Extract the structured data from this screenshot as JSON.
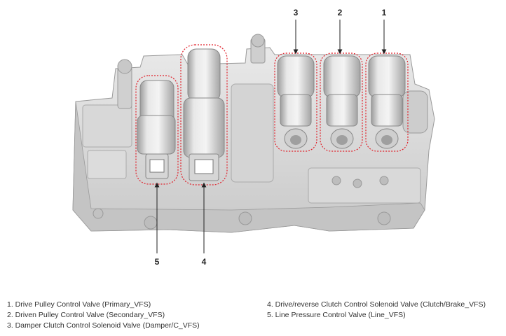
{
  "callouts": [
    {
      "number": "1"
    },
    {
      "number": "2"
    },
    {
      "number": "3"
    },
    {
      "number": "4"
    },
    {
      "number": "5"
    }
  ],
  "legend": [
    "1. Drive Pulley Control Valve (Primary_VFS)",
    "2. Driven Pulley Control Valve (Secondary_VFS)",
    "3. Damper Clutch Control Solenoid Valve (Damper/C_VFS)",
    "4. Drive/reverse Clutch Control Solenoid Valve (Clutch/Brake_VFS)",
    "5. Line Pressure Control Valve (Line_VFS)"
  ],
  "colors": {
    "highlight": "#e0202a",
    "body_light": "#e6e6e6",
    "body_mid": "#cfcfcf",
    "body_dark": "#a9a9a9"
  }
}
